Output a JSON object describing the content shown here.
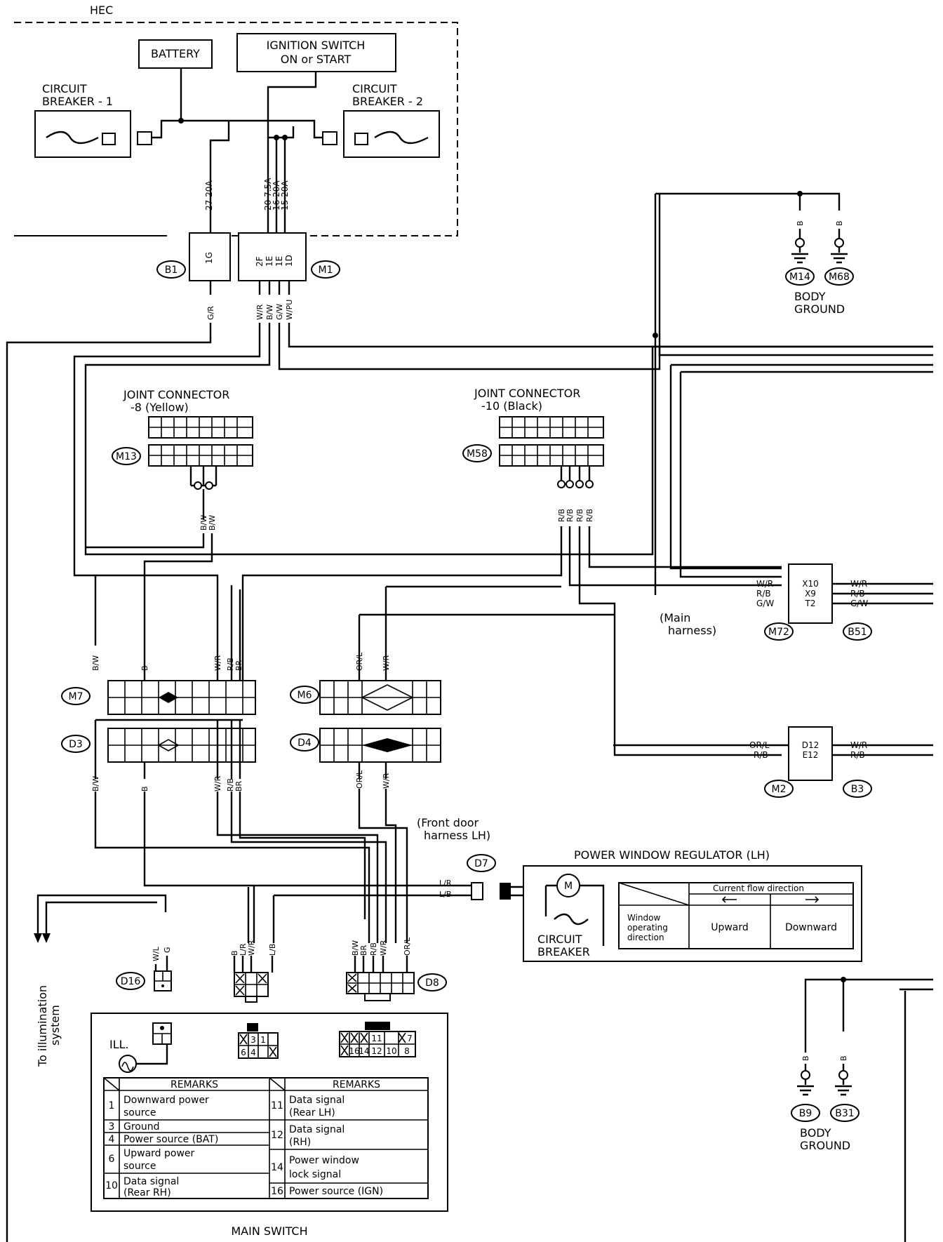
{
  "hec": {
    "label": "HEC",
    "battery": "BATTERY",
    "ignition": [
      "IGNITION SWITCH",
      "ON or START"
    ],
    "breaker1": [
      "CIRCUIT",
      "BREAKER - 1"
    ],
    "breaker2": [
      "CIRCUIT",
      "BREAKER - 2"
    ],
    "fuse27": "27 20A",
    "fuses_right": [
      "20 7.5A",
      "16 20A",
      "15 20A"
    ],
    "b1_pin": "1G",
    "m1_pins": [
      "2F",
      "1E",
      "1E",
      "1D"
    ]
  },
  "connectors": [
    "B1",
    "M1",
    "M14",
    "M68",
    "M13",
    "M58",
    "M72",
    "B51",
    "M7",
    "M6",
    "D3",
    "D4",
    "M2",
    "B3",
    "D7",
    "D16",
    "D8",
    "B9",
    "B31"
  ],
  "wires": {
    "b1": "G/R",
    "m1": [
      "W/R",
      "B/W",
      "G/W",
      "W/PU"
    ],
    "m13": [
      "B/W",
      "B/W"
    ],
    "m58": [
      "R/B",
      "R/B",
      "R/B",
      "R/B"
    ],
    "ground_top": [
      "B",
      "B"
    ],
    "ground_bottom": [
      "B",
      "B"
    ],
    "m72_left": [
      "W/R",
      "R/B",
      "G/W"
    ],
    "m72_right": [
      "W/R",
      "R/B",
      "G/W"
    ],
    "m72_pins": [
      "X10",
      "X9",
      "T2"
    ],
    "m2_left": [
      "OR/L",
      "R/B"
    ],
    "m2_right": [
      "W/R",
      "R/B"
    ],
    "m2_pins": [
      "D12",
      "E12"
    ],
    "m7": [
      "B/W",
      "B",
      "W/R",
      "R/B",
      "BR"
    ],
    "m6": [
      "OR/L",
      "W/R"
    ],
    "d3": [
      "B/W",
      "B",
      "W/R",
      "R/B",
      "BR"
    ],
    "d4": [
      "OR/L",
      "W/R"
    ],
    "d7": [
      "L/R",
      "L/B"
    ],
    "d16": [
      "W/L",
      "G"
    ],
    "mid": [
      "B",
      "L/R",
      "W/R",
      "L/B"
    ],
    "d8": [
      "B/W",
      "BR",
      "R/B",
      "W/R",
      "OR/L"
    ]
  },
  "labels": {
    "jc8": [
      "JOINT CONNECTOR",
      "-8 (Yellow)"
    ],
    "jc10": [
      "JOINT CONNECTOR",
      "-10 (Black)"
    ],
    "body_ground": [
      "BODY",
      "GROUND"
    ],
    "main_harness": [
      "(Main",
      "harness)"
    ],
    "front_door": [
      "(Front door",
      "harness LH)"
    ],
    "pwr": "POWER WINDOW REGULATOR (LH)",
    "current_flow": "Current flow direction",
    "window_dir": [
      "Window",
      "operating",
      "direction"
    ],
    "upward": "Upward",
    "downward": "Downward",
    "cb": [
      "CIRCUIT",
      "BREAKER"
    ],
    "illum": [
      "To illumination",
      "system"
    ],
    "ill": "ILL.",
    "main_switch": "MAIN SWITCH",
    "motor": "M"
  },
  "pinout_small": [
    "3",
    "1",
    "6",
    "4"
  ],
  "pinout_large": [
    "11",
    "7",
    "16",
    "14",
    "12",
    "10",
    "8"
  ],
  "remarks": {
    "header": "REMARKS",
    "left": [
      {
        "no": "1",
        "text": [
          "Downward power",
          "source"
        ]
      },
      {
        "no": "3",
        "text": [
          "Ground"
        ]
      },
      {
        "no": "4",
        "text": [
          "Power source (BAT)"
        ]
      },
      {
        "no": "6",
        "text": [
          "Upward power",
          "source"
        ]
      },
      {
        "no": "10",
        "text": [
          "Data signal",
          "(Rear RH)"
        ]
      }
    ],
    "right": [
      {
        "no": "11",
        "text": [
          "Data signal",
          "(Rear LH)"
        ]
      },
      {
        "no": "12",
        "text": [
          "Data signal",
          "(RH)"
        ]
      },
      {
        "no": "14",
        "text": [
          "Power window",
          "lock signal"
        ]
      },
      {
        "no": "16",
        "text": [
          "Power source (IGN)"
        ]
      }
    ]
  }
}
